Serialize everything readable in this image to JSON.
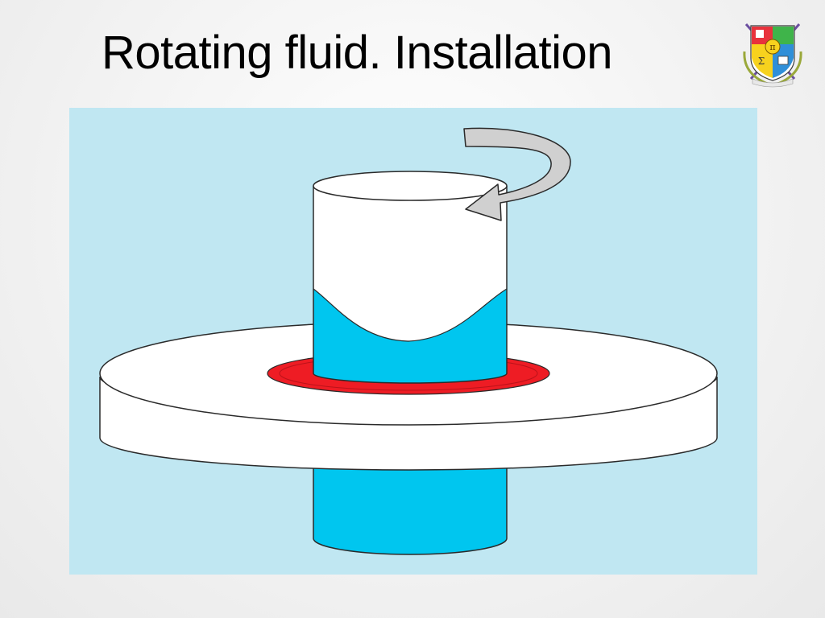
{
  "slide": {
    "title": "Rotating fluid. Installation"
  },
  "logo": {
    "icon": "university-crest-icon",
    "symbols": [
      "π",
      "Σ"
    ]
  },
  "diagram": {
    "colors": {
      "background": "#c0e7f2",
      "fluid": "#00c6ef",
      "vessel": "#ffffff",
      "platform": "#ffffff",
      "heat_ring": "#ee1c24",
      "arrow": "#d0d0d0",
      "outline": "#2a2a2a"
    },
    "icons": {
      "rotation": "curved-arrow-icon"
    }
  }
}
